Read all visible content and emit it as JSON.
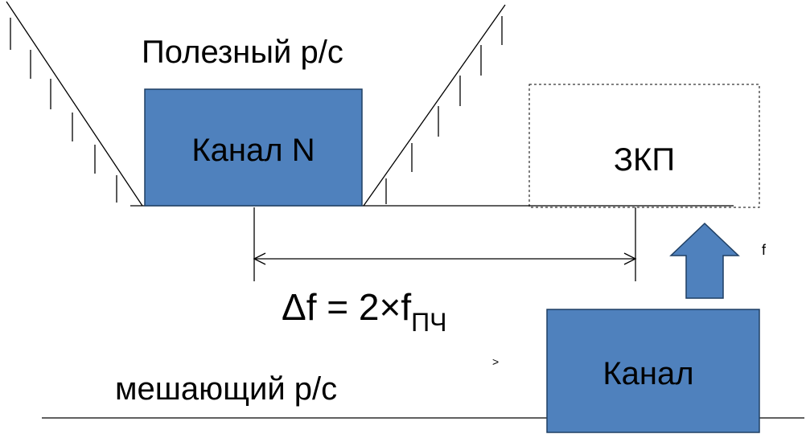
{
  "labels": {
    "useful_station": "Полезный р/с",
    "channel_n": "Канал N",
    "image_channel": "ЗКП",
    "formula_main": "Δf = 2×f",
    "formula_sub": "ПЧ",
    "interfering_station": "мешающий р/с",
    "channel": "Канал",
    "axis_f": "f",
    "stray_mark": ">"
  },
  "colors": {
    "box_fill": "#4f81bd",
    "box_stroke": "#1f3f63",
    "line": "#000000",
    "background": "#ffffff"
  }
}
